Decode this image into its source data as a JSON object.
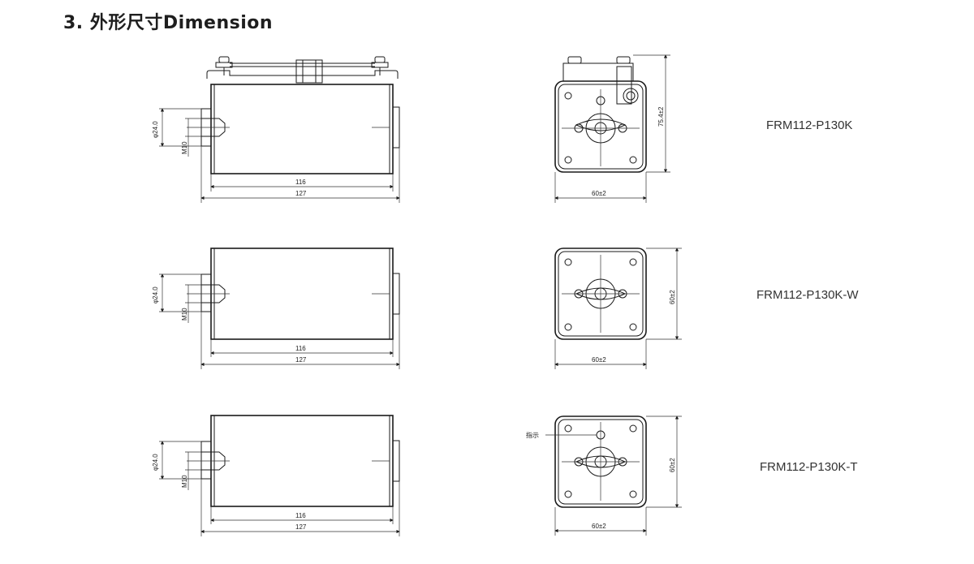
{
  "title": "3. 外形尺寸Dimension",
  "rows": [
    {
      "model": "FRM112-P130K",
      "side_view": {
        "diameter": "φ24.0",
        "thread": "M10",
        "body_length": "116",
        "total_length": "127"
      },
      "end_view": {
        "width": "60±2",
        "height": "75.4±2"
      }
    },
    {
      "model": "FRM112-P130K-W",
      "side_view": {
        "diameter": "φ24.0",
        "thread": "M10",
        "body_length": "116",
        "total_length": "127"
      },
      "end_view": {
        "width": "60±2",
        "height": "60±2"
      }
    },
    {
      "model": "FRM112-P130K-T",
      "side_view": {
        "diameter": "φ24.0",
        "thread": "M10",
        "body_length": "116",
        "total_length": "127"
      },
      "end_view": {
        "width": "60±2",
        "height": "60±2",
        "indicator_label": "指示"
      }
    }
  ]
}
